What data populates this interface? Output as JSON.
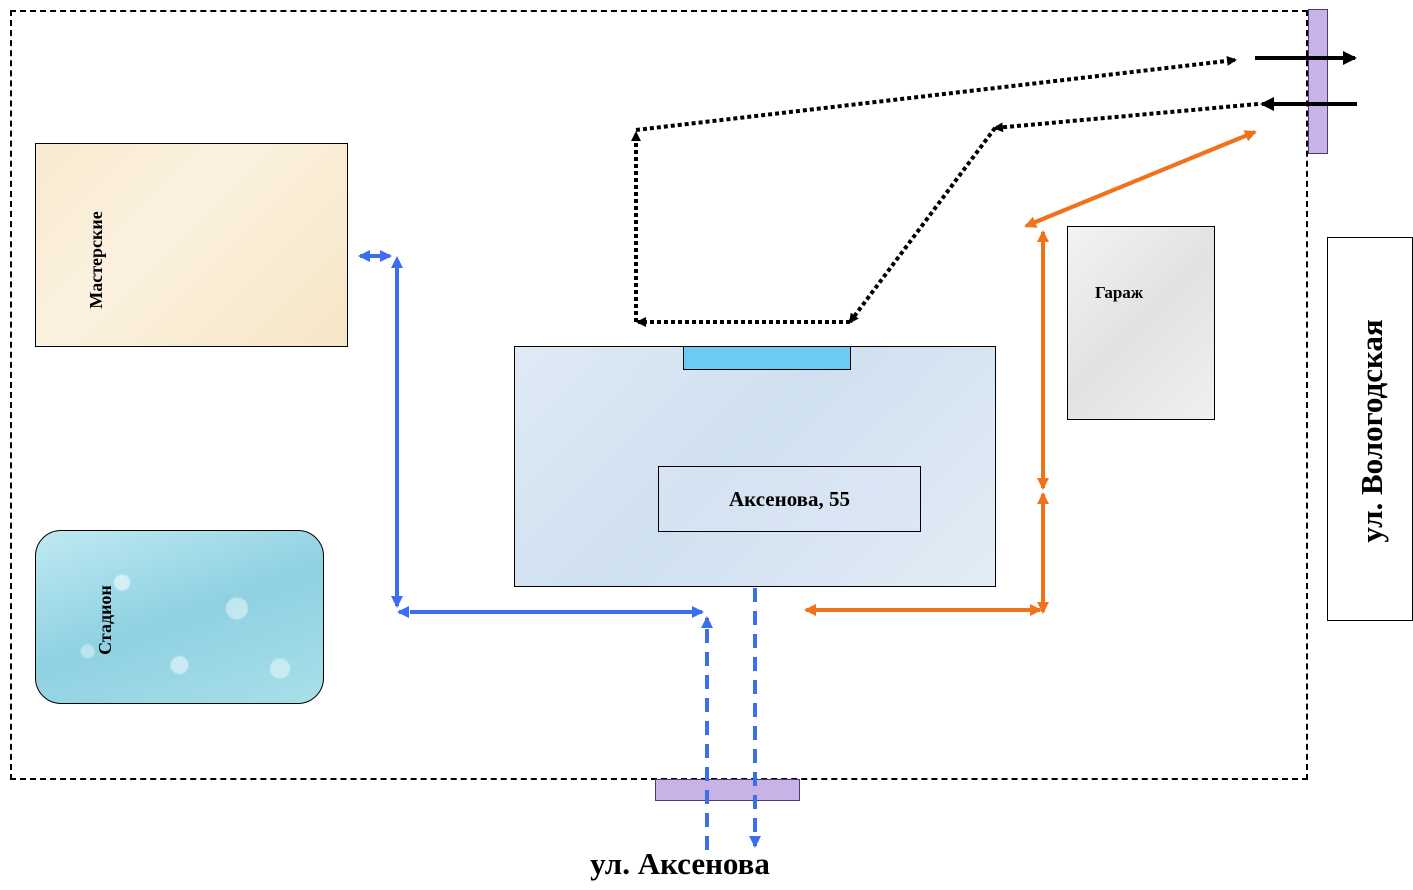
{
  "buildings": {
    "workshops": "Мастерские",
    "stadium": "Стадион",
    "garage": "Гараж",
    "main_address": "Аксенова, 55"
  },
  "streets": {
    "right": "ул. Вологодская",
    "bottom": "ул. Аксенова"
  },
  "colors": {
    "vehicle_route": "#000000",
    "pedestrian_route": "#3b6ff0",
    "service_route": "#f0731c",
    "gate": "#c9b3e6",
    "entrance": "#6ccaf3"
  }
}
